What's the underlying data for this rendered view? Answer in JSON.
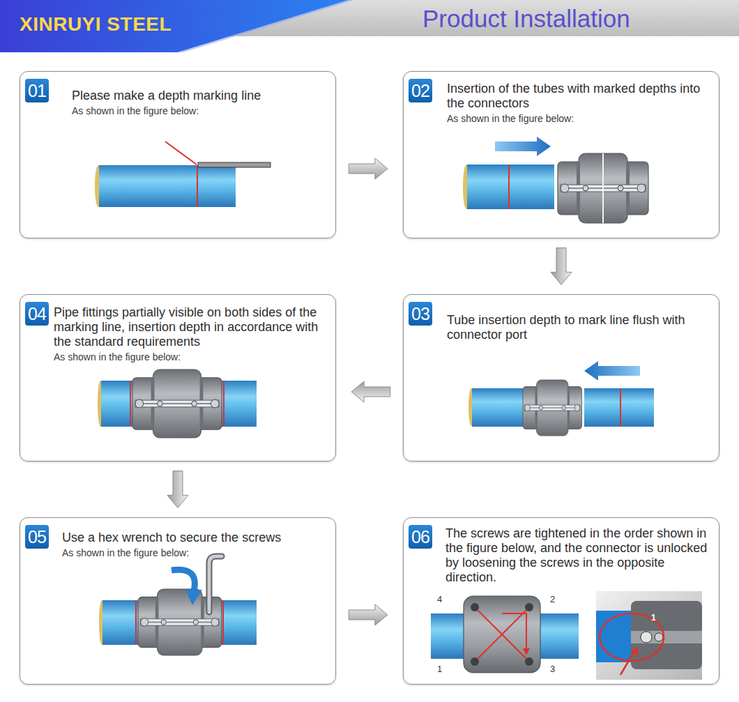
{
  "diagram": {
    "title": "Product Installation",
    "nodes": [
      {
        "text": [
          "01",
          "Please make a depth marking line",
          "As shown in the figure below:"
        ]
      },
      {
        "text": [
          "02",
          "Insertion of the tubes with marked depths into the connectors",
          "As shown in the figure below:"
        ]
      },
      {
        "text": [
          "03",
          "Tube insertion depth to mark line flush with connector port"
        ]
      },
      {
        "text": [
          "04",
          "Pipe fittings partially visible on both sides of the marking line, insertion depth in accordance with the standard requirements",
          "As shown in the figure below:"
        ]
      },
      {
        "text": [
          "05",
          "Use a hex wrench to secure the screws",
          "As shown in the figure below:"
        ]
      },
      {
        "text": [
          "06",
          "The screws are tightened in the order shown in the figure below, and the connector is unlocked by loosening the screws in the opposite direction."
        ]
      }
    ],
    "edges": [
      {
        "from": 0,
        "to": 1,
        "arrow": "to"
      },
      {
        "from": 1,
        "to": 2,
        "arrow": "to"
      },
      {
        "from": 2,
        "to": 3,
        "arrow": "to"
      },
      {
        "from": 3,
        "to": 4,
        "arrow": "to"
      },
      {
        "from": 4,
        "to": 5,
        "arrow": "to"
      }
    ],
    "labels": [
      "XINRUYI STEEL",
      "4",
      "2",
      "1",
      "3",
      "1"
    ]
  }
}
